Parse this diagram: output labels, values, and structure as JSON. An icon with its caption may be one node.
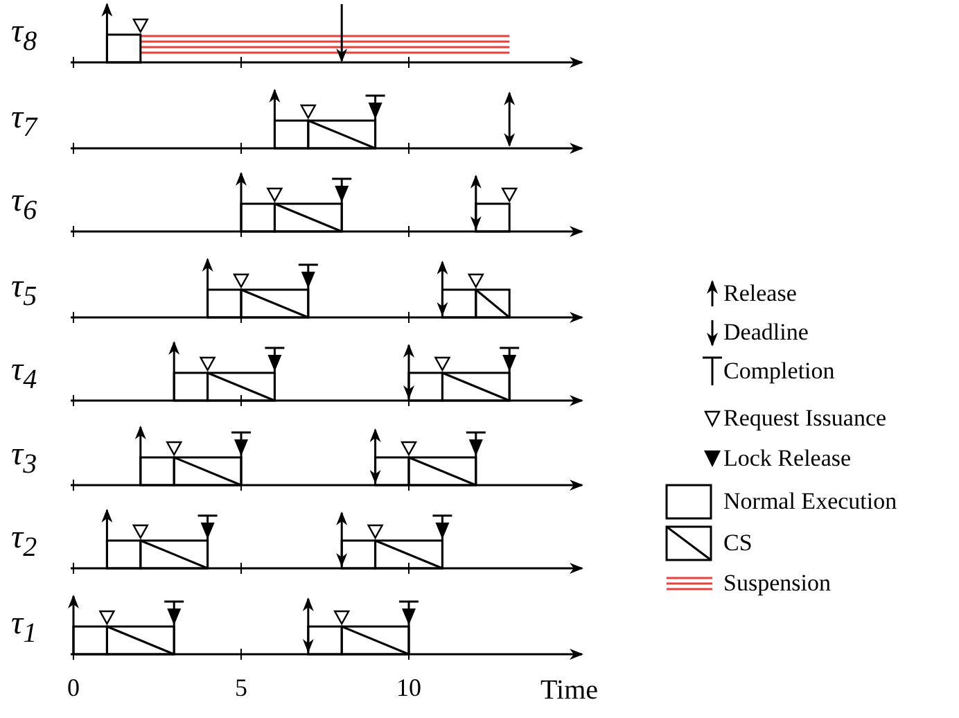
{
  "diagram": {
    "labels": [
      "τ$_{8}$",
      "τ$_{7}$",
      "τ$_{6}$",
      "τ$_{5}$",
      "τ$_{4}$",
      "τ$_{3}$",
      "τ$_{2}$",
      "τ$_{1}$",
      "0",
      "5",
      "10",
      "Time"
    ],
    "legend": [
      {
        "text": "Release"
      },
      {
        "text": "Deadline"
      },
      {
        "text": "Completion"
      },
      {
        "text": "Request Issuance"
      },
      {
        "text": "Lock Release"
      },
      {
        "text": "Normal Execution"
      },
      {
        "text": "CS"
      },
      {
        "text": "Suspension"
      }
    ]
  }
}
